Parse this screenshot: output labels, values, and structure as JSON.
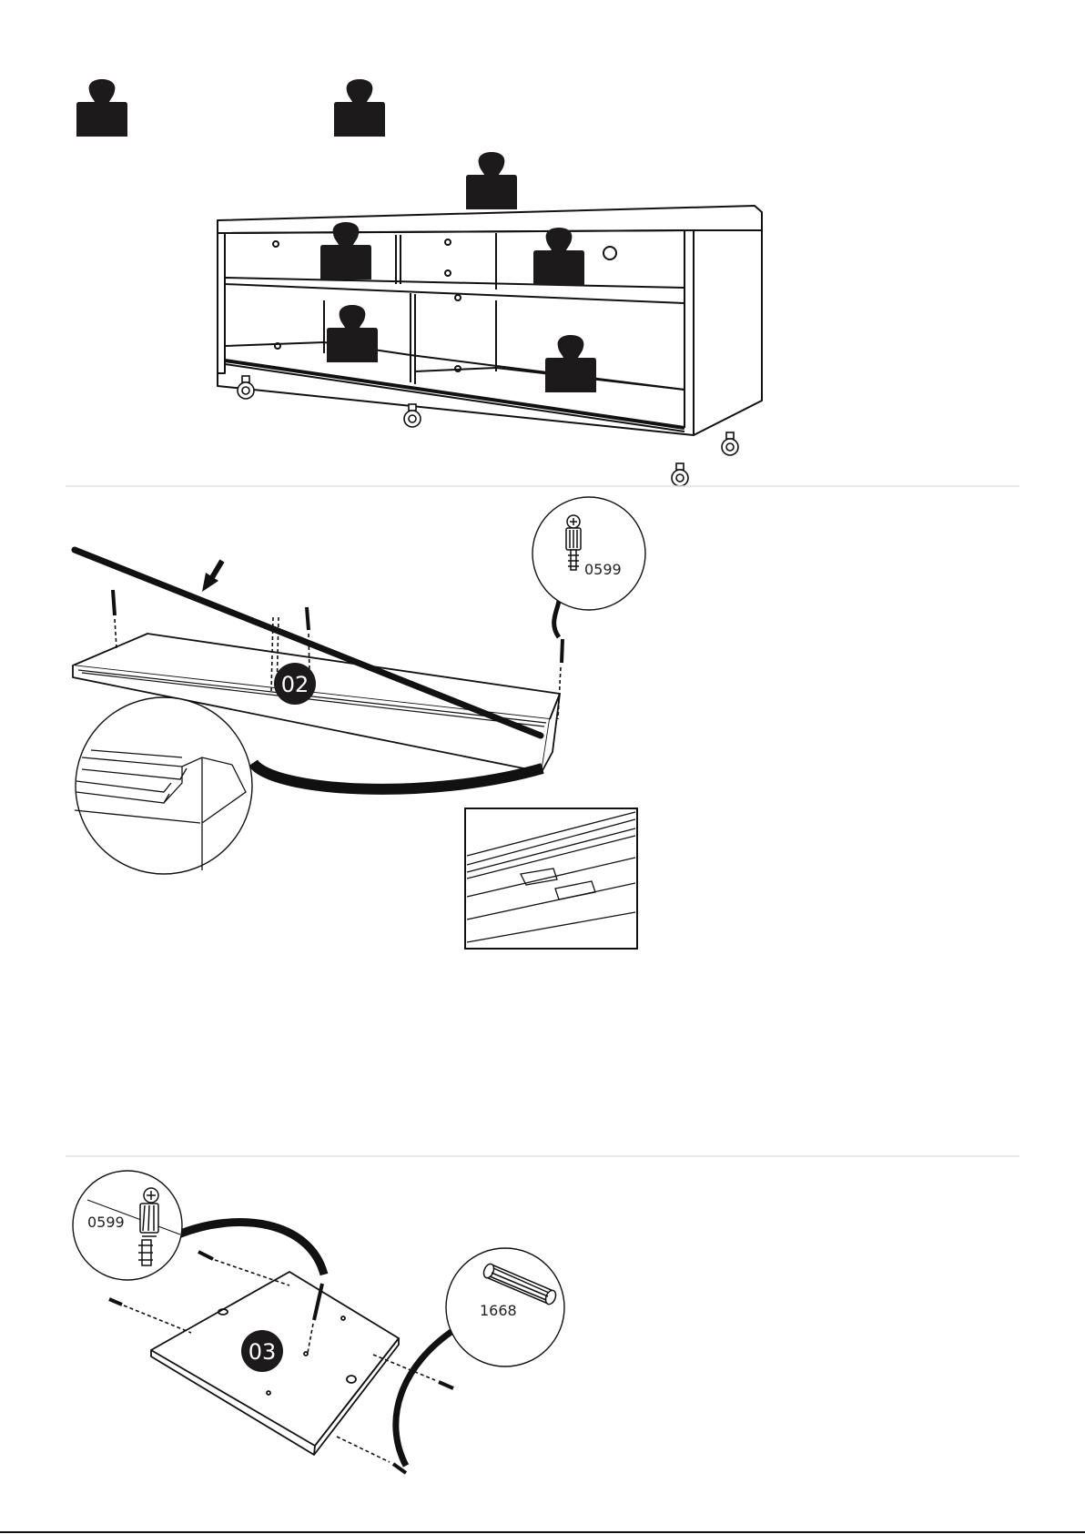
{
  "step2": {
    "number": "02",
    "callout_part": "0599"
  },
  "step3": {
    "number": "03",
    "callout_screw": "0599",
    "callout_dowel": "1668"
  }
}
